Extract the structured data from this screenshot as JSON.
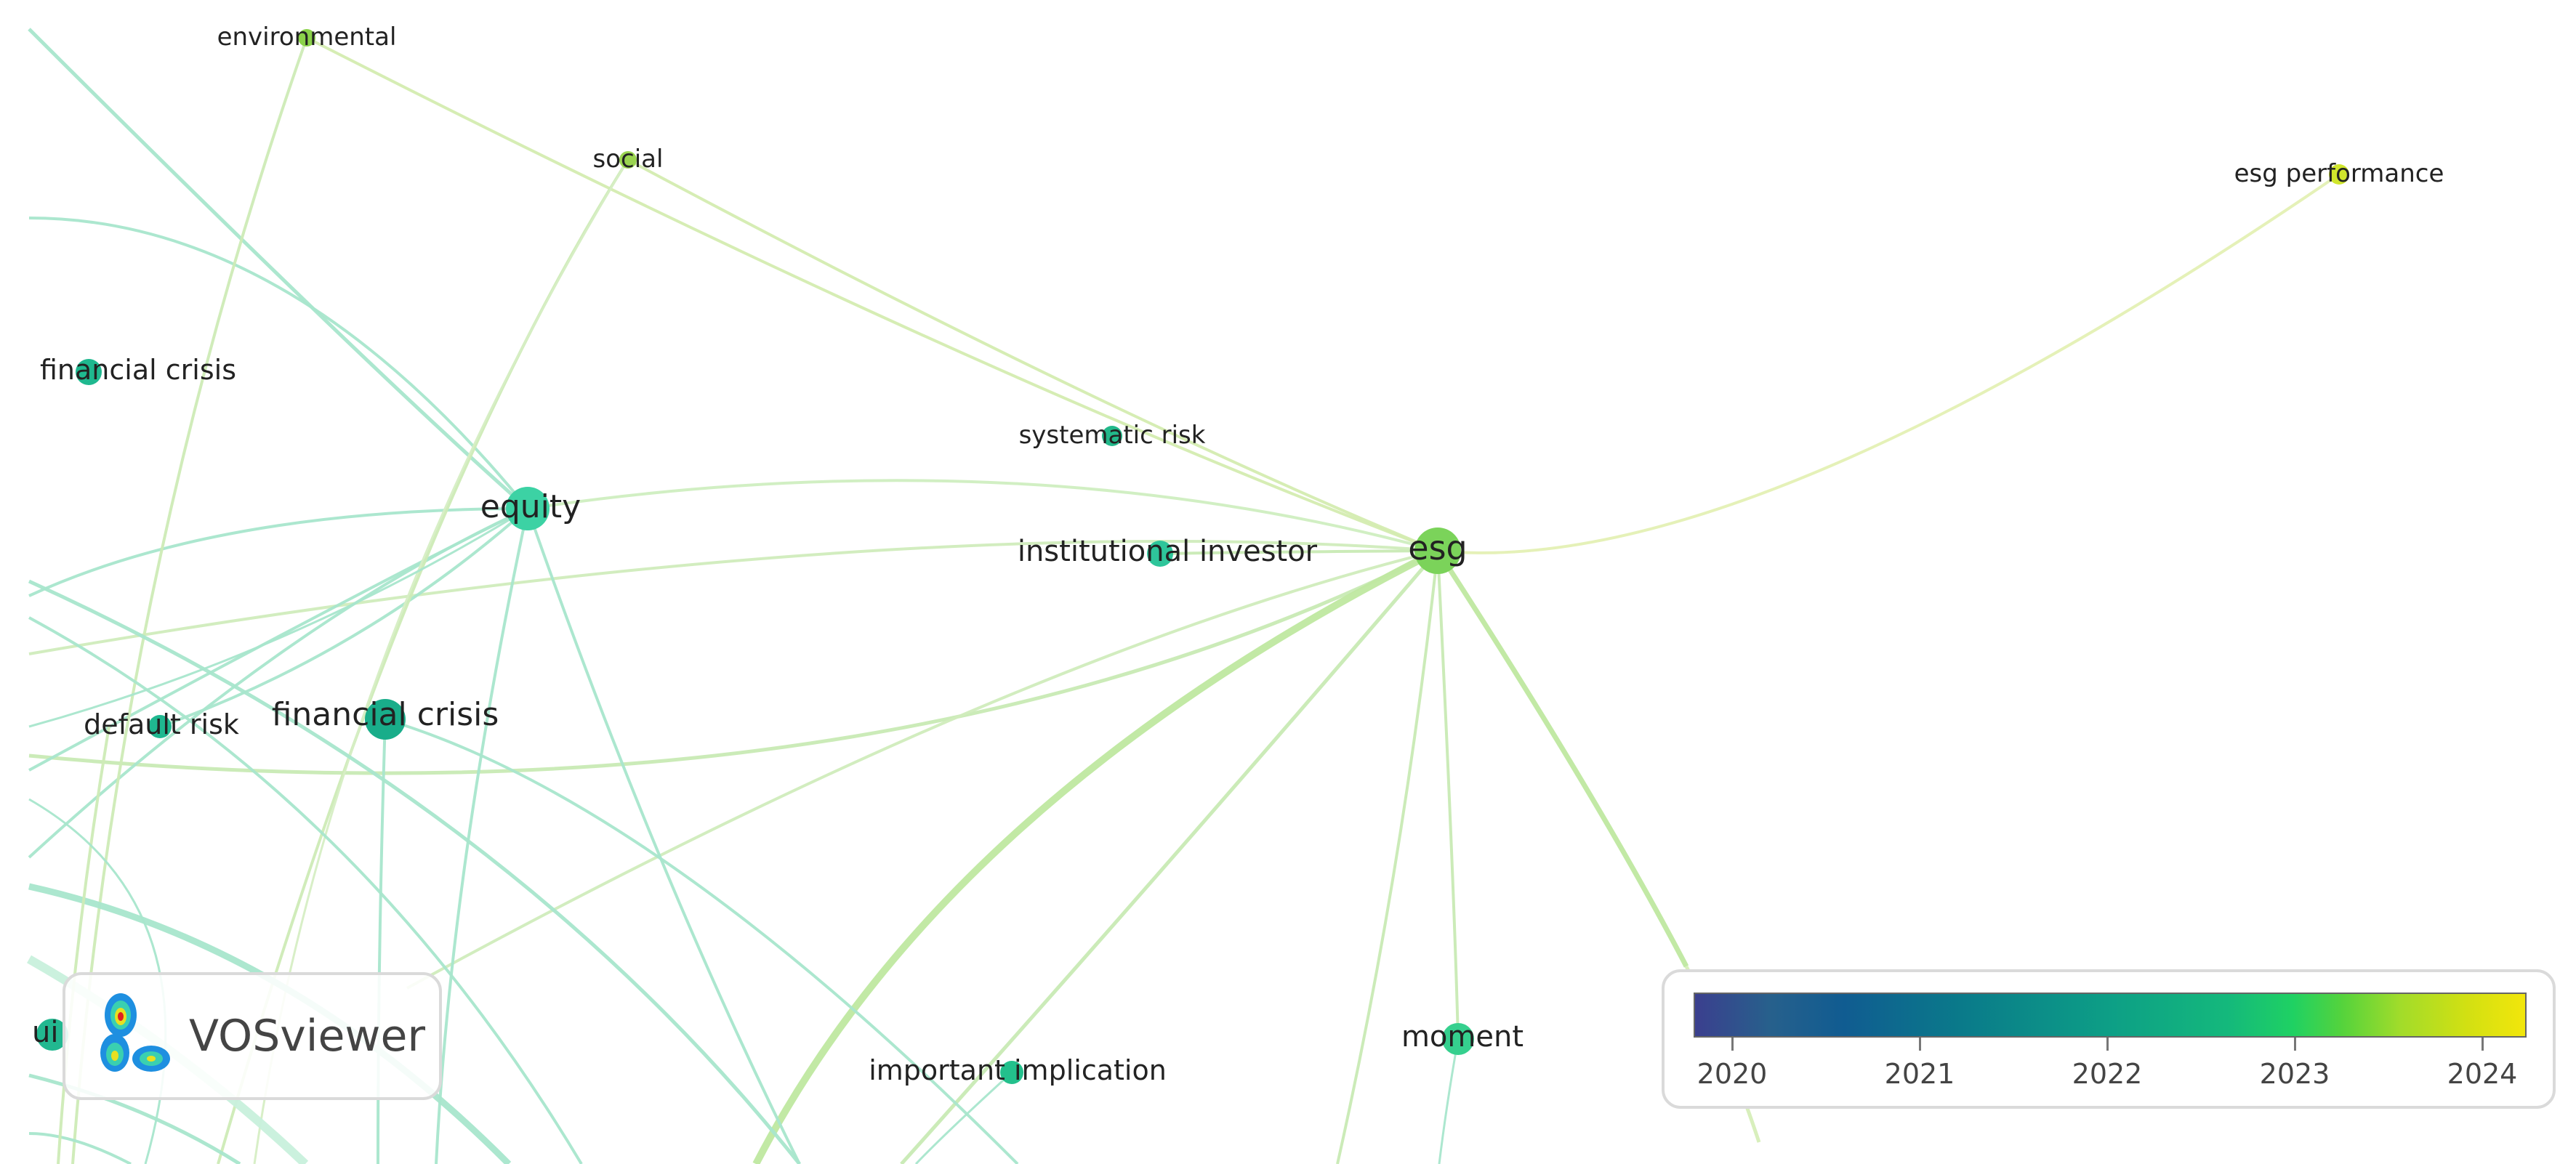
{
  "network": {
    "nodes": [
      {
        "id": "environmental",
        "label": "environmental",
        "color": "#8bd24a",
        "year": 2023.5
      },
      {
        "id": "social",
        "label": "social",
        "color": "#9ad450",
        "year": 2023.6
      },
      {
        "id": "esg_performance",
        "label": "esg performance",
        "color": "#d0e62c",
        "year": 2024
      },
      {
        "id": "financial_crisis_1",
        "label": "financial crisis",
        "color": "#1fb88f",
        "year": 2022
      },
      {
        "id": "systematic_risk",
        "label": "systematic risk",
        "color": "#22b88a",
        "year": 2022
      },
      {
        "id": "equity",
        "label": "equity",
        "color": "#3cd2a4",
        "year": 2022
      },
      {
        "id": "institutional_investor",
        "label": "institutional investor",
        "color": "#2ec59a",
        "year": 2022.2
      },
      {
        "id": "esg",
        "label": "esg",
        "color": "#7bd35a",
        "year": 2023.3
      },
      {
        "id": "default_risk",
        "label": "default risk",
        "color": "#1fb890",
        "year": 2022
      },
      {
        "id": "financial_crisis_2",
        "label": "financial crisis",
        "color": "#19ad8a",
        "year": 2021.8
      },
      {
        "id": "liquidity",
        "label": "ui",
        "color": "#22b890",
        "year": 2022
      },
      {
        "id": "important_implication",
        "label": "important implication",
        "color": "#23c08c",
        "year": 2022.3
      },
      {
        "id": "moment",
        "label": "moment",
        "color": "#35d08e",
        "year": 2022.6
      }
    ]
  },
  "logo": {
    "text": "VOSviewer"
  },
  "legend": {
    "ticks": [
      "2020",
      "2021",
      "2022",
      "2023",
      "2024"
    ]
  }
}
